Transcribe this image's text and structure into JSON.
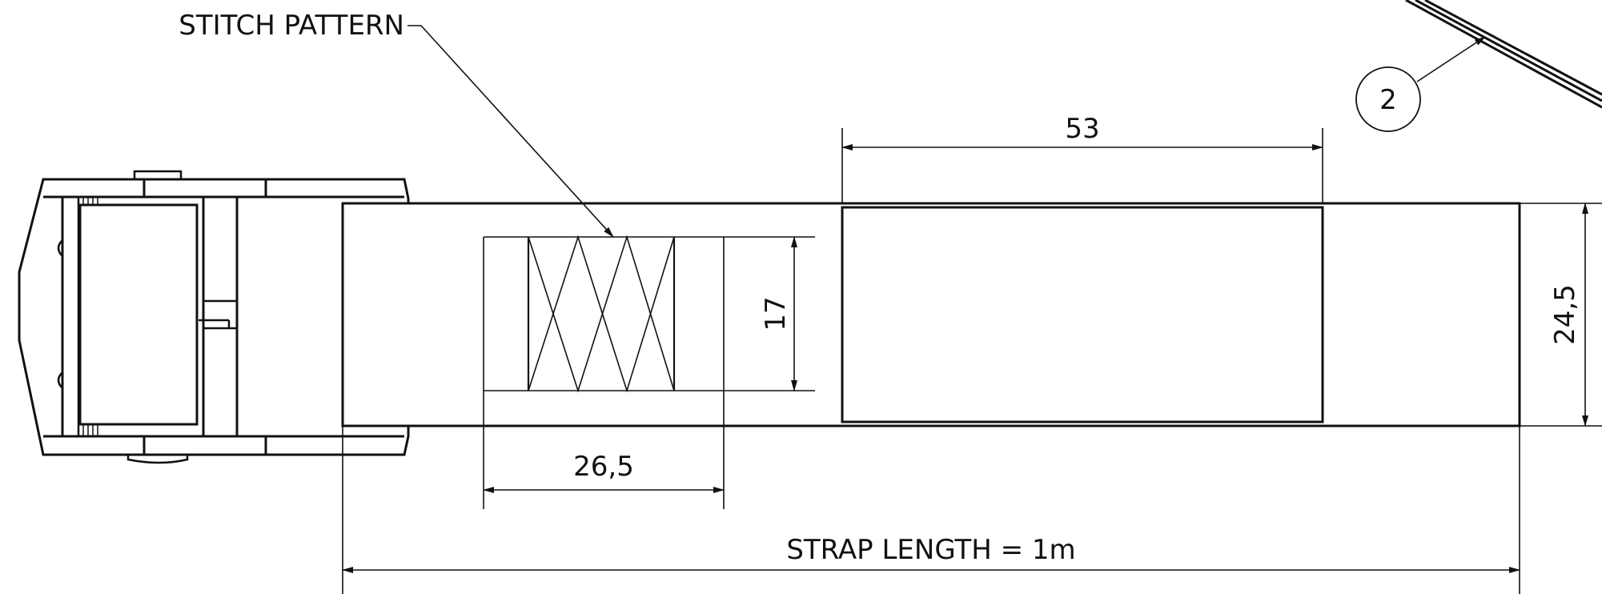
{
  "drawing": {
    "labels": {
      "stitch_pattern": "STITCH PATTERN",
      "balloon": "2"
    },
    "dimensions": {
      "pad_length": "53",
      "stitch_height": "17",
      "strap_width": "24,5",
      "stitch_length": "26,5",
      "strap_length": "STRAP LENGTH = 1m"
    }
  }
}
